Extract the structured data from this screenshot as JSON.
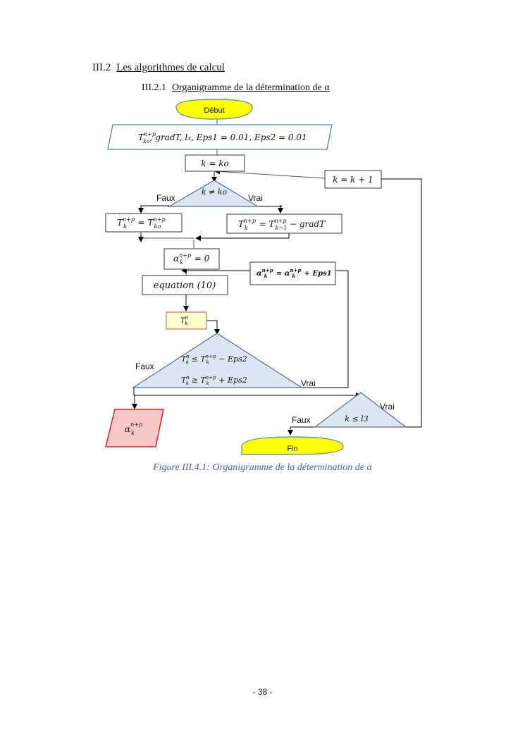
{
  "section": {
    "number": "III.2",
    "title": "Les algorithmes de calcul"
  },
  "subsection": {
    "number": "III.2.1",
    "title": "Organigramme de la détermination de α"
  },
  "flowchart": {
    "start": "Début",
    "input": "T_ko^{n+p}, gradT, l₃, Eps1 = 0.01, Eps2 = 0.01",
    "input_parts": {
      "T": "T",
      "sup": "n+p",
      "sub": "ko",
      "rest": ", gradT, l₃, Eps1 = 0.01, Eps2 = 0.01"
    },
    "init_k": "k = ko",
    "increment_k": "k = k + 1",
    "decision_k": "k ≠ ko",
    "decision_k_false": "Faux",
    "decision_k_true": "Vrai",
    "assign_false": {
      "lhs": "T",
      "lhs_sup": "n+p",
      "lhs_sub": "k",
      "rhs": "T",
      "rhs_sup": "n+p",
      "rhs_sub": "ko",
      "text": "T_k^{n+p} = T_ko^{n+p}"
    },
    "assign_true": {
      "lhs": "T",
      "lhs_sup": "n+p",
      "lhs_sub": "k",
      "rhs": "T",
      "rhs_sup": "n+p",
      "rhs_sub": "k−1",
      "tail": " − gradT",
      "text": "T_k^{n+p} = T_{k−1}^{n+p} − gradT"
    },
    "alpha_init": {
      "sym": "α",
      "sup": "n+p",
      "sub": "k",
      "tail": " = 0",
      "text": "α_k^{n+p} = 0"
    },
    "alpha_increment": {
      "sym": "α",
      "sup": "n+p",
      "sub": "k",
      "mid": " = α",
      "tail": " + Eps1",
      "text": "α_k^{n+p} = α_k^{n+p} + Eps1"
    },
    "equation": "equation (10)",
    "tkn": {
      "sym": "T",
      "sup": "n",
      "sub": "k",
      "text": "T_k^n"
    },
    "decision_eps": {
      "line1": {
        "a": "T",
        "a_sup": "n",
        "a_sub": "k",
        "op": " ≤ ",
        "b": "T",
        "b_sup": "n+p",
        "b_sub": "k",
        "tail": " − Eps2"
      },
      "line2": {
        "a": "T",
        "a_sup": "n",
        "a_sub": "k",
        "op": " ≥ ",
        "b": "T",
        "b_sup": "n+p",
        "b_sub": "k",
        "tail": " + Eps2"
      },
      "false_label": "Faux",
      "true_label": "Vrai"
    },
    "output": {
      "sym": "α",
      "sup": "n+p",
      "sub": "k",
      "text": "α_k^{n+p}"
    },
    "decision_l3": "k ≤ l3",
    "decision_l3_false": "Faux",
    "decision_l3_true": "Vrai",
    "end": "Fin"
  },
  "colors": {
    "terminal_fill": "#ffff00",
    "terminal_stroke": "#4f81bd",
    "decision_fill": "#dce6f2",
    "decision_stroke": "#4f6f8f",
    "tkn_fill": "#ffffcc",
    "tkn_stroke": "#c0504d",
    "output_fill": "#f7c6c6",
    "output_stroke": "#e0202a",
    "caption": "#4f6282"
  },
  "caption": "Figure III.4.1: Organigramme de la détermination de α",
  "page_number": "- 38 -"
}
